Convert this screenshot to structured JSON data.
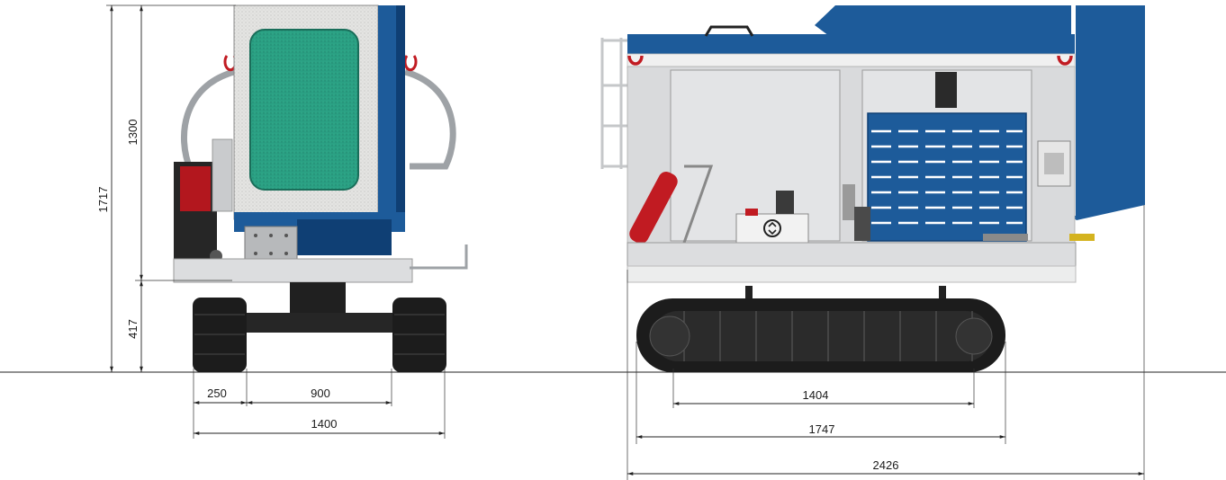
{
  "drawing": {
    "views": [
      "front-view",
      "side-view"
    ],
    "dimensions": {
      "total_height": "1717",
      "body_height": "1300",
      "ground_clearance": "417",
      "track_width": "250",
      "track_gap": "900",
      "overall_width": "1400",
      "track_contact_length": "1404",
      "track_length": "1747",
      "overall_length": "2426"
    },
    "units": "mm",
    "colors": {
      "body_blue": "#1d5b9a",
      "dark_blue": "#0f3f74",
      "panel_grey": "#d9dadc",
      "panel_light": "#eceded",
      "track_black": "#1c1c1c",
      "filter_green": "#2aa083",
      "extinguisher_red": "#c11b22"
    }
  }
}
